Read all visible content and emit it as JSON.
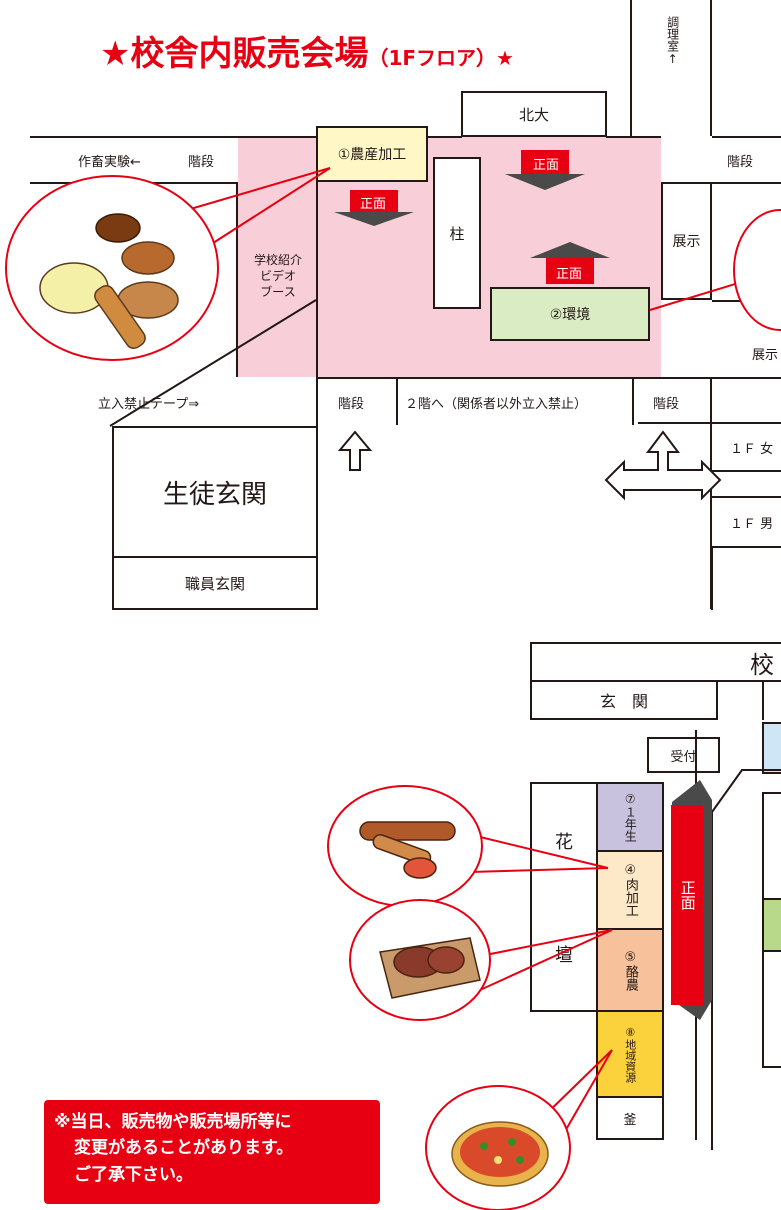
{
  "title": {
    "main": "★校舎内販売会場",
    "sub": "（1Fフロア）★"
  },
  "top_map": {
    "stairs_left_note": "作畜実験←",
    "stairs_left": "階段",
    "stall_1": "①農産加工",
    "front": "正面",
    "hokudai": "北大",
    "pillar": "柱",
    "stall_2": "②環境",
    "display": "展示",
    "display_lower": "展示",
    "stairs_right": "階段",
    "kitchen": "調理室↑",
    "video_booth": "学校紹介\nビデオ\nブース",
    "tape": "立入禁止テープ⇒",
    "stairs_bottom_left": "階段",
    "second_floor": "２階へ（関係者以外立入禁止）",
    "stairs_bottom_right": "階段",
    "student_entrance": "生徒玄関",
    "staff_entrance": "職員玄関",
    "restroom_female": "１Ｆ 女",
    "restroom_male": "１Ｆ 男"
  },
  "bottom_map": {
    "school_partial": "校",
    "entrance": "玄　関",
    "reception": "受付",
    "flower_bed_1": "花",
    "flower_bed_2": "壇",
    "stall_7": "⑦１年生",
    "stall_4": "④肉加工",
    "stall_5": "⑤酪農",
    "stall_8": "⑧地域資源",
    "kama": "釜",
    "front": "正面"
  },
  "notice": {
    "line1": "※当日、販売物や販売場所等に",
    "line2": "変更があることがあります。",
    "line3": "ご了承下さい。"
  },
  "colors": {
    "red": "#e60012",
    "pink_area": "#f8cfd8",
    "stall_1": "#fff7c6",
    "stall_2": "#d9ecc4",
    "stall_7": "#c9c2de",
    "stall_4": "#fde8c8",
    "stall_5": "#f7c29b",
    "stall_8": "#fcd23c",
    "right_blue": "#cfe6f6",
    "right_green": "#b8d88a"
  },
  "icons": [
    "bread-illustration",
    "sausage-illustration",
    "meat-illustration",
    "pizza-illustration",
    "up-arrow-icon",
    "crossroad-arrow-icon"
  ]
}
